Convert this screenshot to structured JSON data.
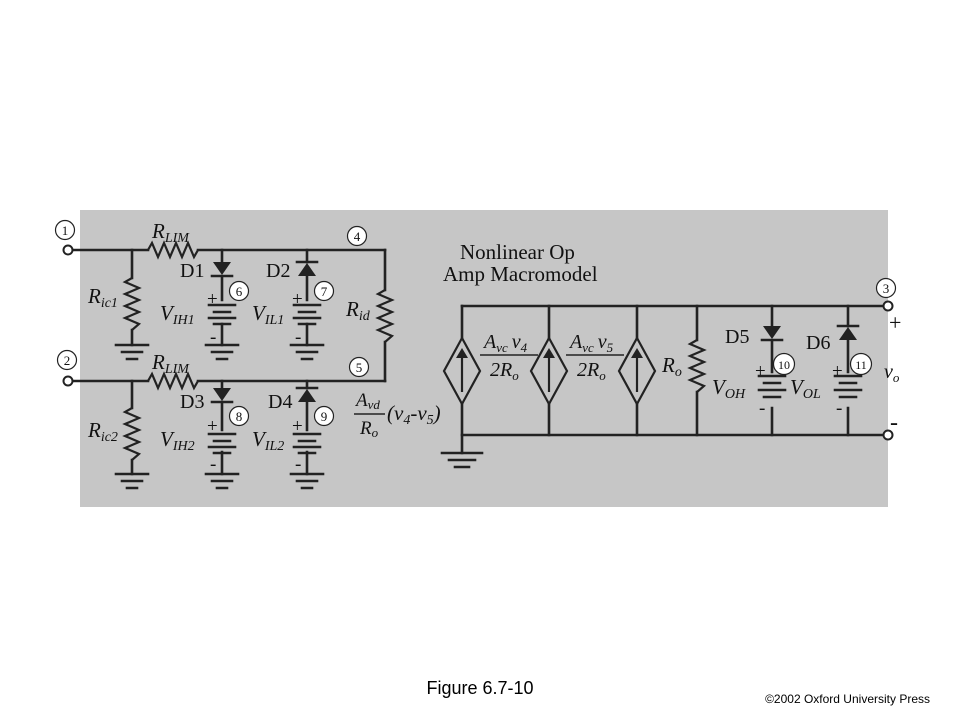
{
  "figure": {
    "caption": "Figure 6.7-10",
    "copyright": "©2002 Oxford University Press",
    "background_color": "#c6c6c6"
  },
  "diagram": {
    "title_line1": "Nonlinear Op",
    "title_line2": "Amp Macromodel",
    "nodes": [
      "1",
      "2",
      "3",
      "4",
      "5",
      "6",
      "7",
      "8",
      "9",
      "10",
      "11"
    ],
    "resistors": {
      "rlim": {
        "main": "R",
        "sub": "LIM"
      },
      "ric1": {
        "main": "R",
        "sub": "ic1"
      },
      "ric2": {
        "main": "R",
        "sub": "ic2"
      },
      "rid": {
        "main": "R",
        "sub": "id"
      },
      "ro": {
        "main": "R",
        "sub": "o"
      }
    },
    "diodes": [
      "D1",
      "D2",
      "D3",
      "D4",
      "D5",
      "D6"
    ],
    "sources": {
      "vih1": {
        "main": "V",
        "sub": "IH1"
      },
      "vil1": {
        "main": "V",
        "sub": "IL1"
      },
      "vih2": {
        "main": "V",
        "sub": "IH2"
      },
      "vil2": {
        "main": "V",
        "sub": "IL2"
      },
      "voh": {
        "main": "V",
        "sub": "OH"
      },
      "vol": {
        "main": "V",
        "sub": "OL"
      }
    },
    "polarity": {
      "plus": "+",
      "minus": "-"
    },
    "vcvs_gain": {
      "num_main": "A",
      "num_sub": "vd",
      "den_main": "R",
      "den_sub": "o",
      "expr_open": "(v",
      "s4": "4",
      "dash": "-v",
      "s5": "5",
      "expr_close": ")"
    },
    "ccs1": {
      "a": "A",
      "vc": "vc",
      "v": "v",
      "sub": "4",
      "den": "2R",
      "den_sub": "o"
    },
    "ccs2": {
      "a": "A",
      "vc": "vc",
      "v": "v",
      "sub": "5",
      "den": "2R",
      "den_sub": "o"
    },
    "output": {
      "main": "v",
      "sub": "o",
      "plus": "+",
      "minus": "-"
    }
  }
}
